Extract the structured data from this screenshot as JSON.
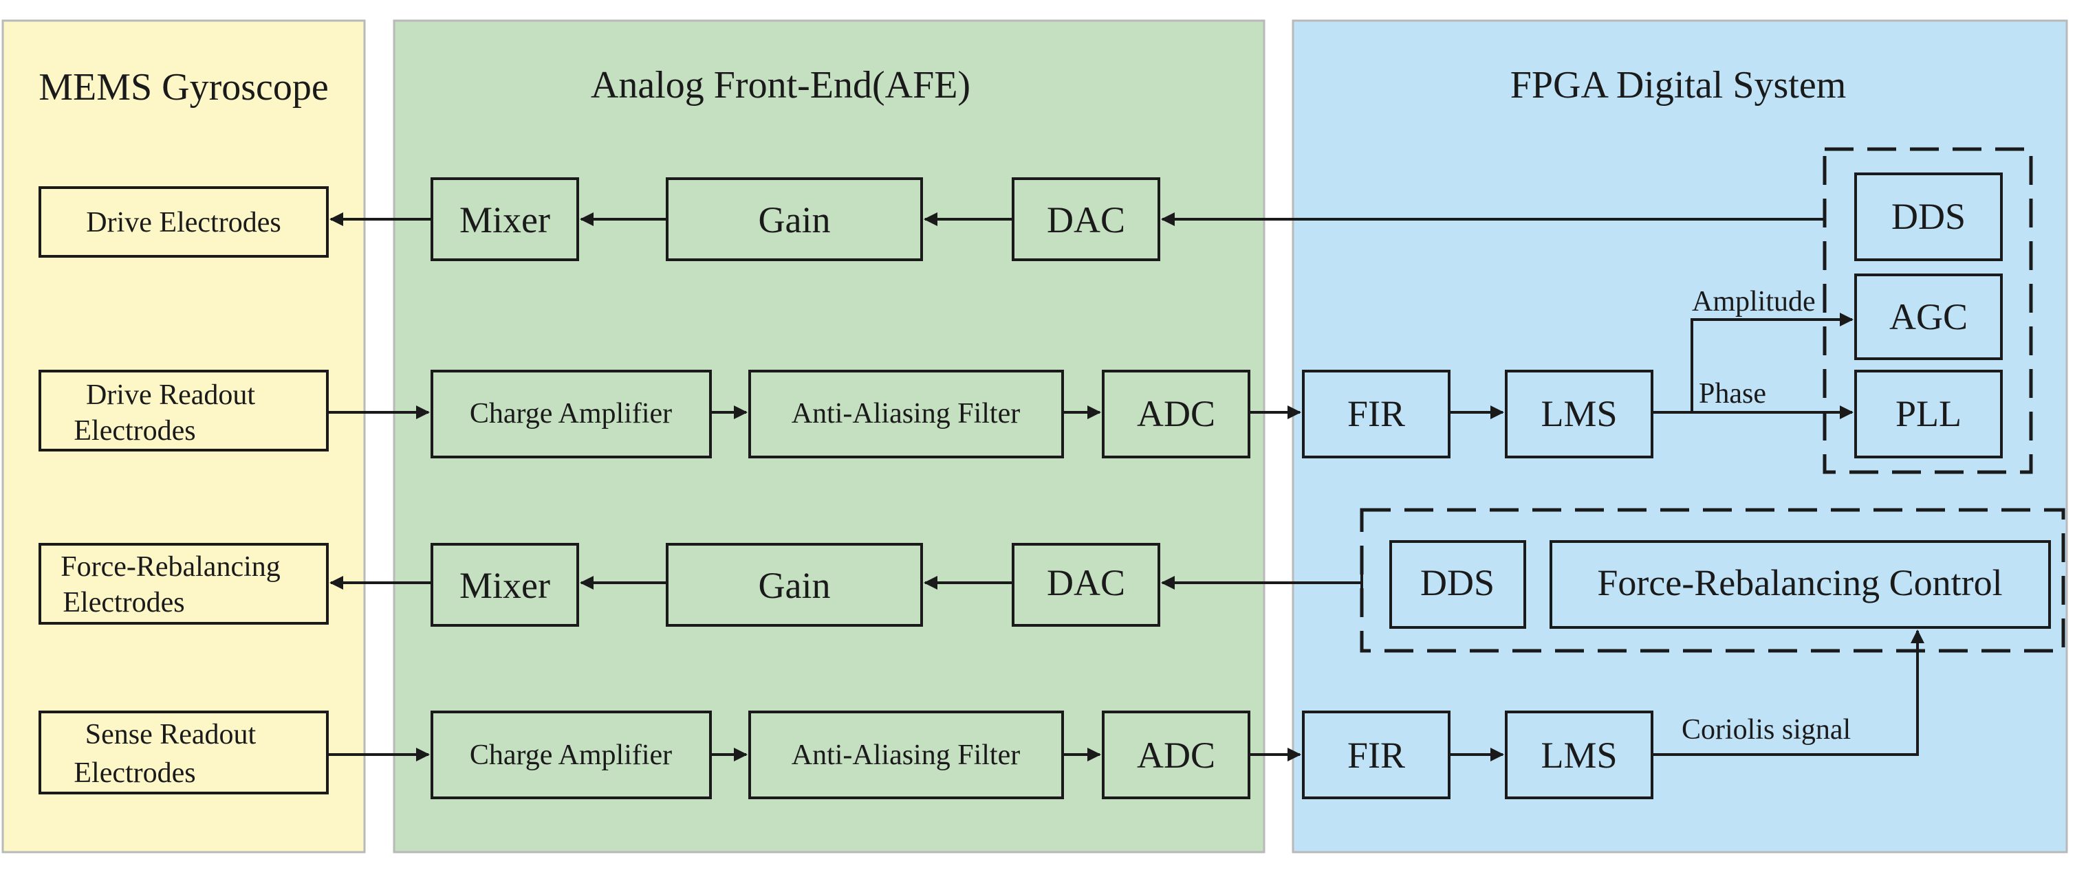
{
  "regions": {
    "mems": {
      "title": "MEMS Gyroscope",
      "fill": "#fdf6c6"
    },
    "afe": {
      "title": "Analog Front-End(AFE)",
      "fill": "#c5dfc1"
    },
    "fpga": {
      "title": "FPGA Digital System",
      "fill": "#bfe2f6"
    }
  },
  "mems_blocks": {
    "drive_electrodes": [
      "Drive Electrodes"
    ],
    "drive_readout": [
      "Drive Readout",
      "Electrodes"
    ],
    "force_rebalancing": [
      "Force-Rebalancing",
      "Electrodes"
    ],
    "sense_readout": [
      "Sense Readout",
      "Electrodes"
    ]
  },
  "afe_blocks": {
    "row1": {
      "mixer": "Mixer",
      "gain": "Gain",
      "dac": "DAC"
    },
    "row2": {
      "charge_amp": "Charge Amplifier",
      "aa_filter": "Anti-Aliasing Filter",
      "adc": "ADC"
    },
    "row3": {
      "mixer": "Mixer",
      "gain": "Gain",
      "dac": "DAC"
    },
    "row4": {
      "charge_amp": "Charge Amplifier",
      "aa_filter": "Anti-Aliasing Filter",
      "adc": "ADC"
    }
  },
  "fpga_blocks": {
    "dds_top": "DDS",
    "agc": "AGC",
    "pll": "PLL",
    "fir_drive": "FIR",
    "lms_drive": "LMS",
    "dds_frc": "DDS",
    "frc": "Force-Rebalancing Control",
    "fir_sense": "FIR",
    "lms_sense": "LMS"
  },
  "signals": {
    "amplitude": "Amplitude",
    "phase": "Phase",
    "coriolis": "Coriolis signal"
  }
}
